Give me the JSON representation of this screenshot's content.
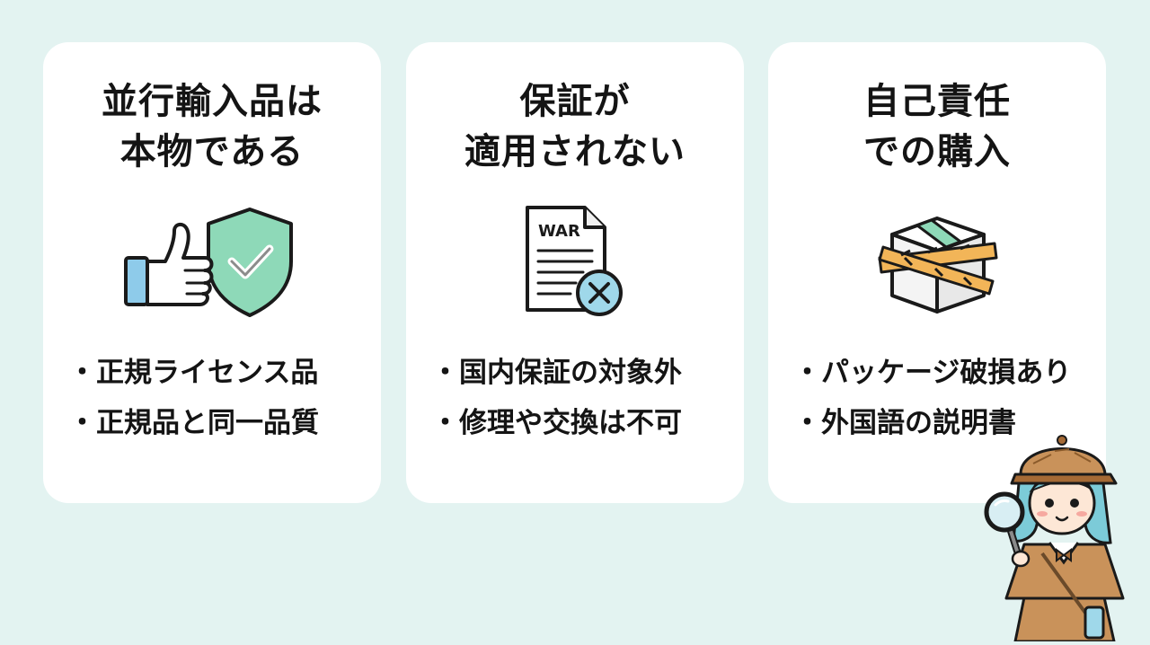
{
  "cards": [
    {
      "title_lines": [
        "並行輸入品は",
        "本物である"
      ],
      "icon": "thumbs-up-shield-check-icon",
      "bullets": [
        "正規ライセンス品",
        "正規品と同一品質"
      ]
    },
    {
      "title_lines": [
        "保証が",
        "適用されない"
      ],
      "icon": "warranty-document-x-icon",
      "icon_text": "WAR",
      "bullets": [
        "国内保証の対象外",
        "修理や交換は不可"
      ]
    },
    {
      "title_lines": [
        "自己責任",
        "での購入"
      ],
      "icon": "taped-box-icon",
      "bullets": [
        "パッケージ破損あり",
        "外国語の説明書"
      ]
    }
  ],
  "character": "detective-girl-magnifier",
  "colors": {
    "background": "#e3f3f1",
    "card": "#ffffff",
    "shield": "#8ed9b8",
    "thumb": "#8ecbea",
    "x_circle": "#9fd8ea",
    "tape": "#f2b558",
    "box": "#f4f4f4"
  }
}
